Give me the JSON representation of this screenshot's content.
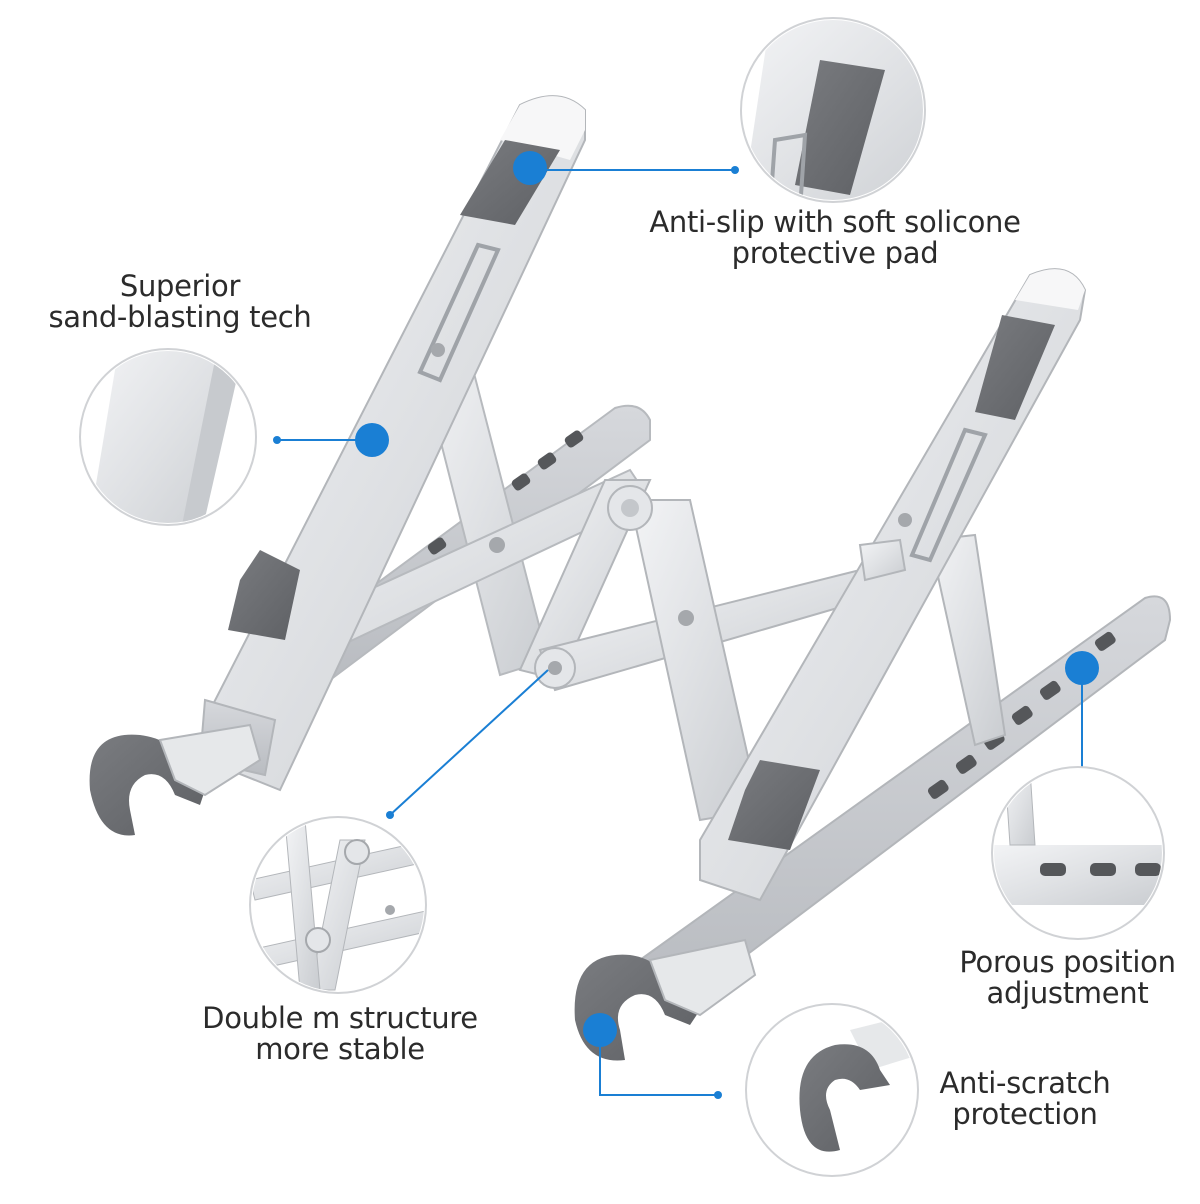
{
  "image": {
    "subject": "Adjustable aluminum laptop stand with feature callouts",
    "accent_color": "#1a7fd4",
    "metal_color": "#dcdee2",
    "pad_color": "#6e7073"
  },
  "callouts": {
    "anti_slip": {
      "line1": "Anti-slip with soft solicone",
      "line2": "protective pad"
    },
    "sand_blasting": {
      "line1": "Superior",
      "line2": "sand-blasting tech"
    },
    "double_m": {
      "line1": "Double m structure",
      "line2": "more stable"
    },
    "porous": {
      "line1": "Porous position",
      "line2": "adjustment"
    },
    "anti_scratch": {
      "line1": "Anti-scratch",
      "line2": "protection"
    }
  }
}
